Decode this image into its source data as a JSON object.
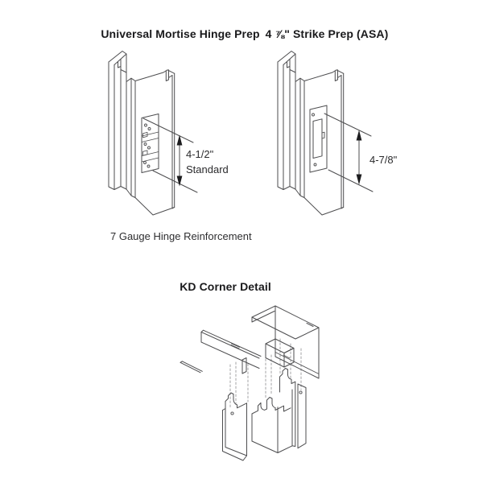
{
  "document": {
    "background": "#ffffff",
    "line_color": "#4d4d4f",
    "figures": {
      "hinge_prep": {
        "title": "Universal Mortise Hinge Prep",
        "dimension_line1": "4-1/2\"",
        "dimension_line2": "Standard",
        "caption": "7 Gauge Hinge Reinforcement"
      },
      "strike_prep": {
        "title": "4 ⅞\" Strike Prep (ASA)",
        "dimension_line1": "4-7/8\""
      },
      "kd_corner": {
        "title": "KD Corner Detail"
      }
    }
  }
}
